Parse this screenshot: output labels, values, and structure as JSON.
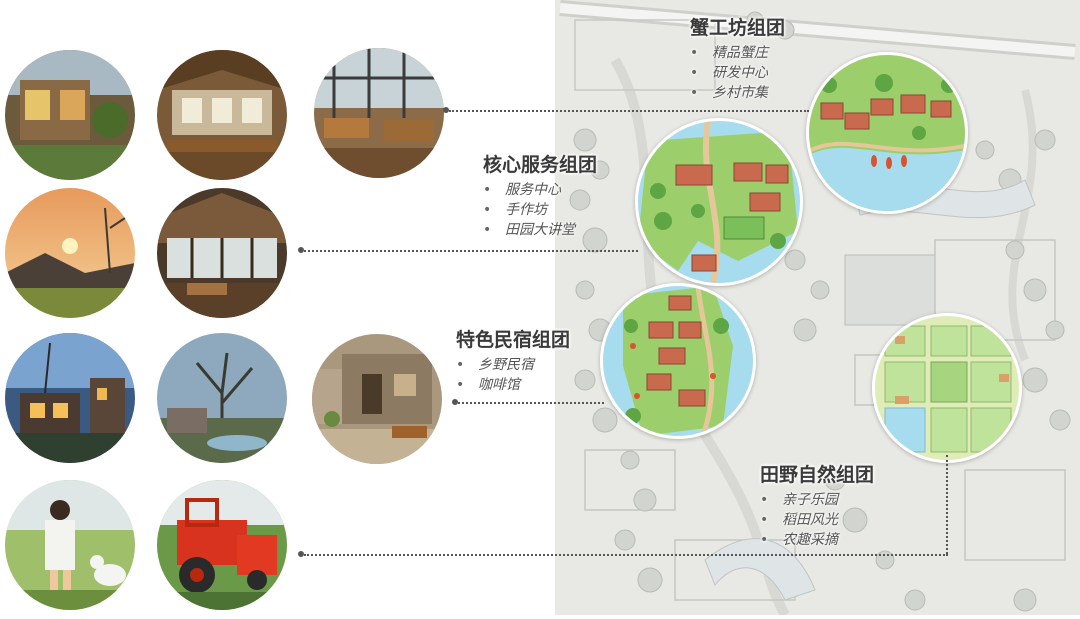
{
  "groups": [
    {
      "title": "蟹工坊组团",
      "items": [
        "精品蟹庄",
        "研发中心",
        "乡村市集"
      ]
    },
    {
      "title": "核心服务组团",
      "items": [
        "服务中心",
        "手作坊",
        "田园大讲堂"
      ]
    },
    {
      "title": "特色民宿组团",
      "items": [
        "乡野民宿",
        "咖啡馆"
      ]
    },
    {
      "title": "田野自然组团",
      "items": [
        "亲子乐园",
        "稻田风光",
        "农趣采摘"
      ]
    }
  ],
  "bullet": "•",
  "colors": {
    "water": "#a7dcef",
    "grass": "#9ccf6c",
    "roof": "#c96a4f",
    "connector": "#555555",
    "map_base": "#e9eae6"
  }
}
